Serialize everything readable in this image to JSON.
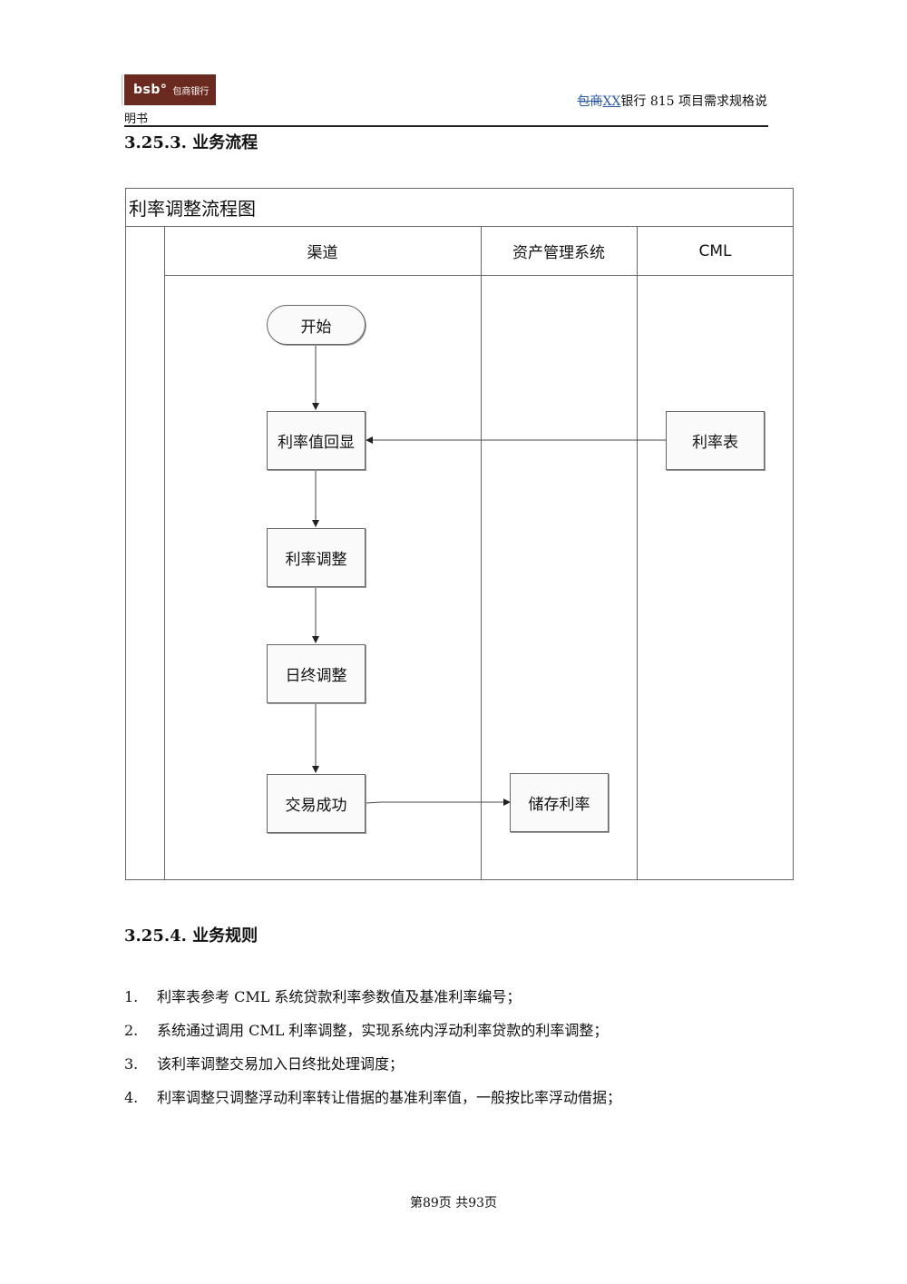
{
  "header": {
    "logo_brand": "bsb°",
    "logo_bankname": "包商银行",
    "title_deleted": "包商",
    "title_inserted": "XX",
    "title_rest": "银行 815 项目需求规格说",
    "title_continued": "明书"
  },
  "section_flow": {
    "title": "3.25.3. 业务流程"
  },
  "flowchart": {
    "title": "利率调整流程图",
    "lanes": [
      "渠道",
      "资产管理系统",
      "CML"
    ],
    "nodes": {
      "start": "开始",
      "rate_display": "利率值回显",
      "rate_adjust": "利率调整",
      "eod_adjust": "日终调整",
      "trade_success": "交易成功",
      "rate_table": "利率表",
      "store_rate": "储存利率"
    }
  },
  "section_rules": {
    "title": "3.25.4. 业务规则",
    "items": [
      {
        "num": "1.",
        "text": "利率表参考 CML 系统贷款利率参数值及基准利率编号；"
      },
      {
        "num": "2.",
        "text": "系统通过调用 CML 利率调整，实现系统内浮动利率贷款的利率调整；"
      },
      {
        "num": "3.",
        "text": "该利率调整交易加入日终批处理调度；"
      },
      {
        "num": "4.",
        "text": "利率调整只调整浮动利率转让借据的基准利率值，一般按比率浮动借据；"
      }
    ]
  },
  "footer": {
    "page_text": "第89页  共93页"
  }
}
